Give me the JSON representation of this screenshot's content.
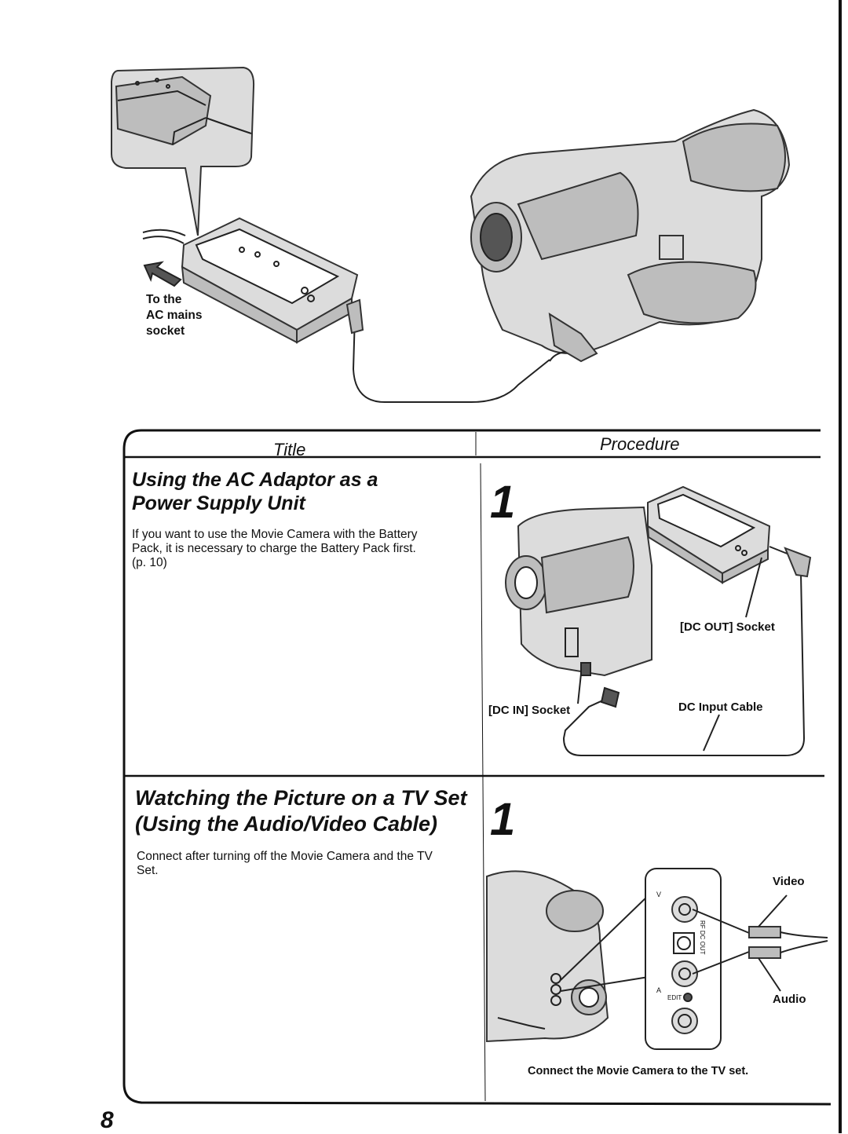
{
  "top_illustration": {
    "ac_mains_label": [
      "To the",
      "AC mains",
      "socket"
    ]
  },
  "table": {
    "header_title": "Title",
    "header_procedure": "Procedure"
  },
  "sections": [
    {
      "title_lines": [
        "Using the AC Adaptor as a",
        "Power Supply Unit"
      ],
      "body_lines": [
        "If you want to use the Movie Camera with the Battery",
        "Pack, it is necessary to charge the Battery Pack first.",
        "(p. 10)"
      ],
      "step_number": "1",
      "labels": {
        "dc_out": "[DC OUT] Socket",
        "dc_in": "[DC IN] Socket",
        "dc_cable": "DC Input Cable"
      }
    },
    {
      "title_lines": [
        "Watching the Picture on a TV Set",
        "(Using the Audio/Video Cable)"
      ],
      "body_lines": [
        "Connect after turning off the Movie Camera and the TV",
        "Set."
      ],
      "step_number": "1",
      "labels": {
        "video": "Video",
        "audio": "Audio",
        "jack_v": "V",
        "jack_a": "A",
        "rf_dc_out": "RF DC OUT",
        "edit": "EDIT"
      },
      "caption": "Connect the Movie Camera to the TV set."
    }
  ],
  "page_number": "8"
}
